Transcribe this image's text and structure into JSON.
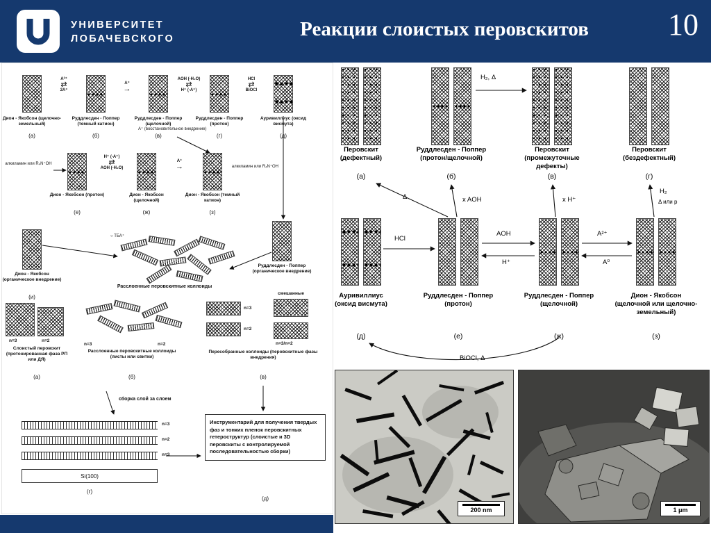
{
  "theme": {
    "brand_blue": "#15396e",
    "content_bg": "#ffffff",
    "ink": "#111111"
  },
  "icons": {
    "double_arrow": "⇄",
    "right_arrow": "→",
    "molecule_circle": "○"
  },
  "header": {
    "university_line1": "УНИВЕРСИТЕТ",
    "university_line2": "ЛОБАЧЕВСКОГО",
    "title": "Реакции слоистых перовскитов",
    "slide_number": "10"
  },
  "left": {
    "row1": {
      "items": [
        {
          "label": "Дион - Якобсон (щелочно-земельный)",
          "letter": "(а)"
        },
        {
          "label": "Руддлесден - Поппер (темный катион)",
          "letter": "(б)"
        },
        {
          "label": "Руддлесден - Поппер (щелочной)",
          "letter": "(в)"
        },
        {
          "label": "Руддлесден - Поппер (протон)",
          "letter": "(г)"
        },
        {
          "label": "Ауривиллиус (оксид висмута)",
          "letter": "(д)"
        }
      ],
      "arrow1_top": "A²⁺",
      "arrow1_bottom": "2A⁺",
      "arrow2_top": "A⁺",
      "arrow3_top": "AOH (-H₂O)",
      "arrow3_bottom": "H⁺ (-A⁺)",
      "arrow4_top": "HCl",
      "arrow4_bottom": "BiOCl"
    },
    "row2": {
      "amine_left": "алкиламин или R₄N⁺OH",
      "reductive": "A⁺ (восстановительное внедрение)",
      "items": [
        {
          "label": "Дион - Якобсон (протон)",
          "letter": "(е)"
        },
        {
          "label": "Дион - Якобсон (щелочной)",
          "letter": "(ж)"
        },
        {
          "label": "Дион - Якобсон (темный катион)",
          "letter": "(з)"
        }
      ],
      "arrow1_top": "H⁺ (-A⁺)",
      "arrow1_bottom": "AOH (-H₂O)",
      "arrow2_top": "A⁺",
      "amine_right": "алкиламин или R₄N⁺OH",
      "rp_organic_label": "Руддлесден - Поппер (органическое внедрение)"
    },
    "row3": {
      "dj_organic_label": "Дион - Якобсон (органическое внедрение)",
      "dj_organic_letter": "(и)",
      "tba": "ТБА⁺",
      "colloids_caption": "Расслоенные перовскитные коллоиды"
    },
    "row4": {
      "groups": [
        {
          "label": "Слоистый перовскит (протонированная фаза РП или ДЯ)",
          "letter": "(а)",
          "n1": "n=3",
          "n2": "n=2"
        },
        {
          "label": "Расслоенные перовскитные коллоиды (листы или свитки)",
          "letter": "(б)",
          "n1": "n=3",
          "n2": "n=2"
        },
        {
          "label": "Пересобранные коллоиды (перовскитные фазы внедрения)",
          "letter": "(в)",
          "n1": "n=3",
          "n2": "n=2",
          "n3": "смешанные",
          "n4": "n=3/n=2"
        }
      ]
    },
    "row5": {
      "assembly": "сборка слой за слоем",
      "film_n1": "n=3",
      "film_n2": "n=2",
      "film_n3": "n=3",
      "substrate": "Si(100)",
      "letter_film": "(г)",
      "toolbox": "Инструментарий для получения твердых фаз и тонких пленок перовскитных гетероструктур (слоистые и 3D перовскиты с контролируемой последовательностью сборки)",
      "letter_box": "(д)"
    }
  },
  "right": {
    "row1": {
      "items": [
        {
          "label": "Перовскит (дефектный)",
          "letter": "(а)"
        },
        {
          "label": "Руддлесден - Поппер (протон/щелочной)",
          "letter": "(б)"
        },
        {
          "label": "Перовскит (промежуточные дефекты)",
          "letter": "(в)"
        },
        {
          "label": "Перовскит (бездефектный)",
          "letter": "(г)"
        }
      ],
      "arrow_h2": "H₂, Δ"
    },
    "mid": {
      "delta": "Δ",
      "x_aoh": "x AOH",
      "x_h": "x H⁺",
      "h2": "H₂",
      "h2_cond": "Δ или p"
    },
    "row2": {
      "items": [
        {
          "label": "Ауривиллиус (оксид висмута)",
          "letter": "(д)"
        },
        {
          "label": "Руддлесден - Поппер (протон)",
          "letter": "(е)"
        },
        {
          "label": "Руддлесден - Поппер (щелочной)",
          "letter": "(ж)"
        },
        {
          "label": "Дион - Якобсон (щелочной или щелочно-земельный)",
          "letter": "(з)"
        }
      ],
      "arrow_hcl": "HCl",
      "arrow_aoh": "AOH",
      "arrow_h": "H⁺",
      "arrow_a2": "A²⁺",
      "arrow_a0": "A⁰",
      "biocl": "BiOCl, Δ"
    },
    "tem_scale": "200 nm",
    "sem_scale": "1 μm"
  }
}
